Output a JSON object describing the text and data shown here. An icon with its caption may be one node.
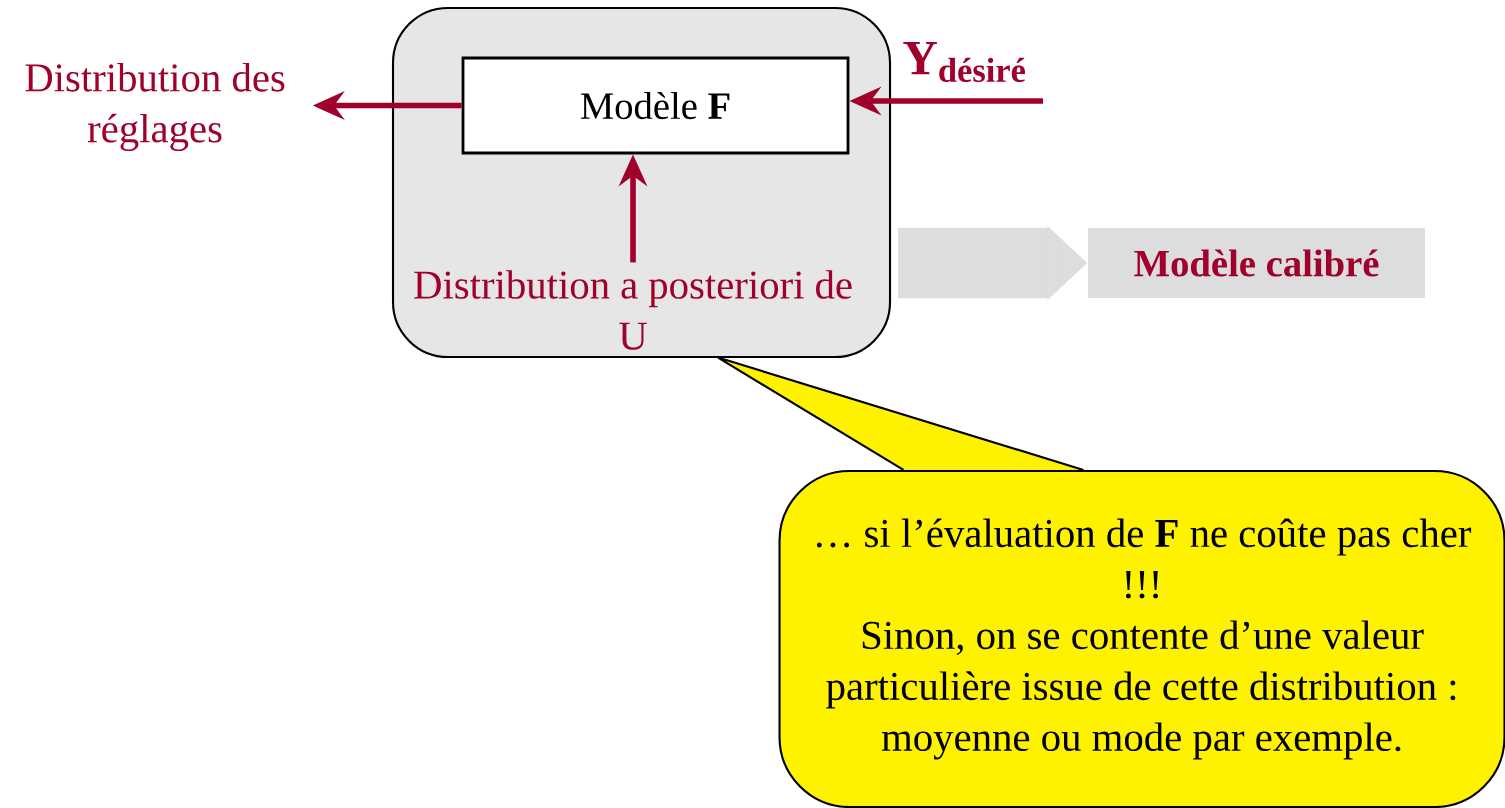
{
  "diagram": {
    "nodes": [
      {
        "text": [],
        "shape": "box"
      },
      {
        "text": [
          "Modèle **F**"
        ],
        "in": 0
      },
      {
        "text": [
          "Distribution a posteriori de U"
        ],
        "in": 0
      },
      {
        "text": [
          "Distribution des réglages"
        ]
      },
      {
        "text": [
          "Modèle calibré"
        ]
      },
      {
        "text": [
          "… si l’évaluation de **F** ne coûte pas cher !!!",
          "Sinon, on se contente d’une valeur particulière issue de cette distribution : moyenne ou mode par exemple."
        ]
      }
    ],
    "edges": [
      {
        "from": 1,
        "to": 3,
        "arrow": "to"
      },
      {
        "from": null,
        "to": 1,
        "arrow": "to",
        "label": "Y$_{désiré}$"
      },
      {
        "from": 2,
        "to": 1,
        "arrow": "to"
      },
      {
        "from": 0,
        "to": 4,
        "arrow": "to",
        "style": "thick",
        "color": "#dddddd"
      },
      {
        "from": 5,
        "to": 2,
        "arrow": "none",
        "color": "#000000"
      }
    ]
  }
}
